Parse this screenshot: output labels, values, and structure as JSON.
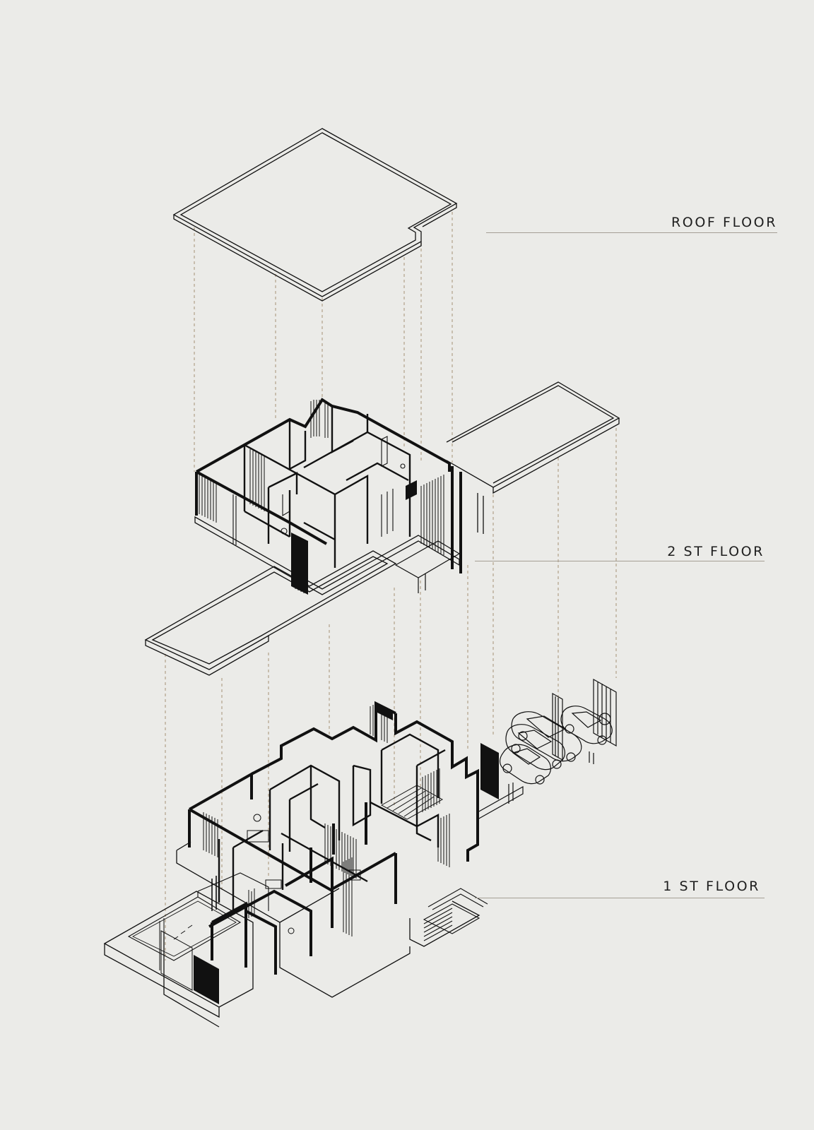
{
  "colors": {
    "background": "#ebebe8",
    "ink": "#111111",
    "leader": "#a59f95",
    "projection": "#b6a590"
  },
  "floors": {
    "roof": {
      "label": "ROOF FLOOR"
    },
    "second": {
      "label": "2 ST FLOOR"
    },
    "first": {
      "label": "1 ST FLOOR"
    }
  }
}
